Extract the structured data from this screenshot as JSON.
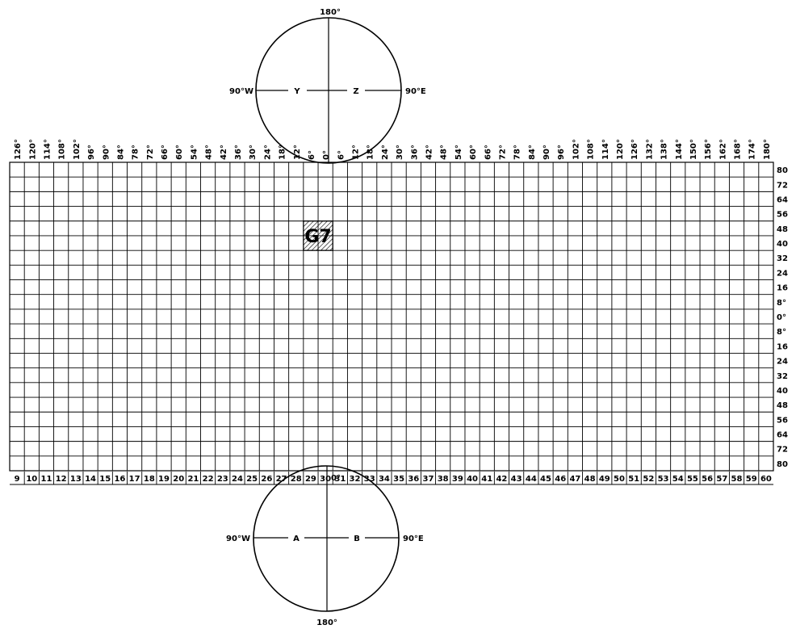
{
  "north_polar_cap": {
    "top_label": "180°",
    "left_label": "90°W",
    "right_label": "90°E",
    "left_letter": "Y",
    "right_letter": "Z"
  },
  "south_polar_cap": {
    "top_label": "0°",
    "bottom_label": "180°",
    "left_label": "90°W",
    "right_label": "90°E",
    "left_letter": "A",
    "right_letter": "B"
  },
  "longitude_labels": [
    "126°",
    "120°",
    "114°",
    "108°",
    "102°",
    "96°",
    "90°",
    "84°",
    "78°",
    "72°",
    "66°",
    "60°",
    "54°",
    "48°",
    "42°",
    "36°",
    "30°",
    "24°",
    "18°",
    "12°",
    "6°",
    "0°",
    "6°",
    "12°",
    "18°",
    "24°",
    "30°",
    "36°",
    "42°",
    "48°",
    "54°",
    "60°",
    "66°",
    "72°",
    "78°",
    "84°",
    "90°",
    "96°",
    "102°",
    "108°",
    "114°",
    "120°",
    "126°",
    "132°",
    "138°",
    "144°",
    "150°",
    "156°",
    "162°",
    "168°",
    "174°",
    "180°"
  ],
  "latitude_labels": [
    "80",
    "72",
    "64",
    "56",
    "48",
    "40",
    "32",
    "24",
    "16",
    "8°",
    "0°",
    "8°",
    "16",
    "24",
    "32",
    "40",
    "48",
    "56",
    "64",
    "72",
    "80"
  ],
  "zone_labels": [
    "9",
    "10",
    "11",
    "12",
    "13",
    "14",
    "15",
    "16",
    "17",
    "18",
    "19",
    "20",
    "21",
    "22",
    "23",
    "24",
    "25",
    "26",
    "27",
    "28",
    "29",
    "30",
    "31",
    "32",
    "33",
    "34",
    "35",
    "36",
    "37",
    "38",
    "39",
    "40",
    "41",
    "42",
    "43",
    "44",
    "45",
    "46",
    "47",
    "48",
    "49",
    "50",
    "51",
    "52",
    "53",
    "54",
    "55",
    "56",
    "57",
    "58",
    "59",
    "60"
  ],
  "highlight_zone": {
    "label": "G7"
  },
  "colors": {
    "ink": "#000000",
    "paper": "#ffffff"
  }
}
